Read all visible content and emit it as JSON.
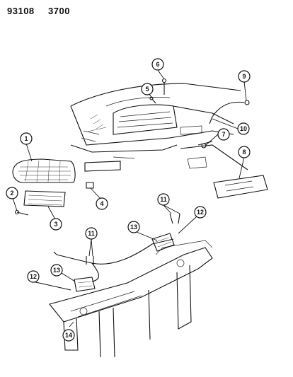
{
  "header": {
    "code_left": "93108",
    "code_right": "3700"
  },
  "callouts": [
    {
      "id": "c1",
      "label": "1"
    },
    {
      "id": "c2",
      "label": "2"
    },
    {
      "id": "c3",
      "label": "3"
    },
    {
      "id": "c4",
      "label": "4"
    },
    {
      "id": "c5",
      "label": "5"
    },
    {
      "id": "c6",
      "label": "6"
    },
    {
      "id": "c7",
      "label": "7"
    },
    {
      "id": "c8",
      "label": "8"
    },
    {
      "id": "c9",
      "label": "9"
    },
    {
      "id": "c10",
      "label": "10"
    },
    {
      "id": "c11a",
      "label": "11"
    },
    {
      "id": "c11b",
      "label": "11"
    },
    {
      "id": "c12a",
      "label": "12"
    },
    {
      "id": "c12b",
      "label": "12"
    },
    {
      "id": "c13a",
      "label": "13"
    },
    {
      "id": "c13b",
      "label": "13"
    },
    {
      "id": "c14",
      "label": "14"
    }
  ]
}
